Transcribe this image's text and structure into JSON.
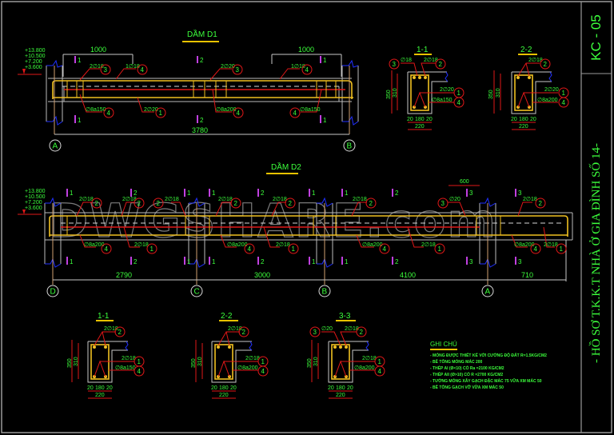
{
  "sheet": {
    "code": "KC - 05",
    "title": "- HỒ SƠ T.K.K.T NHÀ Ở GIA ĐÌNH SỐ 14-",
    "watermark": "DWGSHARE.com"
  },
  "beam_d1": {
    "title": "DẦM D1",
    "levels": [
      "+13.800",
      "+10.500",
      "+7.200",
      "+3.600"
    ],
    "dims": {
      "left_zone": "1000",
      "right_zone": "1000",
      "span": "3780"
    },
    "axes": [
      "A",
      "B"
    ],
    "section_marks": [
      "1",
      "2",
      "1"
    ],
    "labels": {
      "top_left": "2∅18",
      "top_left_no": "3",
      "top_left2": "1∅18",
      "top_left2_no": "4",
      "top_mid": "2∅20",
      "top_mid_no": "3",
      "top_right": "1∅18",
      "top_right_no": "4",
      "bot_left": "∅8a150",
      "bot_left_no": "4",
      "bot_mid": "2∅20",
      "bot_mid_no": "1",
      "bot_mid2": "∅8a200",
      "bot_mid2_no": "4",
      "bot_right": "∅8a150",
      "bot_right_no": "4"
    }
  },
  "d1_sections": [
    {
      "title": "1-1",
      "top": "2∅18",
      "top_no": "2",
      "extra": "∅18",
      "extra_no": "3",
      "bot": "2∅20",
      "bot_no": "1",
      "stir": "∅8a150",
      "stir_no": "4",
      "h": "350",
      "h_inner": "310",
      "cover": "20",
      "w_inner": "180",
      "w": "220"
    },
    {
      "title": "2-2",
      "top": "2∅18",
      "top_no": "2",
      "bot": "2∅20",
      "bot_no": "1",
      "stir": "∅8a200",
      "stir_no": "4",
      "h": "350",
      "h_inner": "310",
      "cover": "20",
      "w_inner": "180",
      "w": "220"
    }
  ],
  "beam_d2": {
    "title": "DẦM D2",
    "levels": [
      "+13.800",
      "+10.500",
      "+7.200",
      "+3.600"
    ],
    "dims": {
      "span1": "2790",
      "span2": "3000",
      "span3": "4100",
      "span4": "710",
      "extra": "600"
    },
    "axes": [
      "D",
      "C",
      "B",
      "A"
    ],
    "section_marks": [
      "1",
      "2",
      "1",
      "1",
      "2",
      "1",
      "1",
      "2",
      "3",
      "3"
    ],
    "top_labels": [
      "2∅18",
      "2∅18",
      "2∅18",
      "2∅18",
      "2∅18",
      "2∅18",
      "∅20",
      "2∅18"
    ],
    "top_nos": [
      "2",
      "2",
      "2",
      "2",
      "2",
      "2",
      "3",
      "2"
    ],
    "bot_labels": [
      "∅8a200",
      "2∅18",
      "∅8a200",
      "2∅18",
      "∅8a200",
      "2∅18",
      "∅8a200",
      "2∅18"
    ],
    "bot_nos": [
      "4",
      "1",
      "4",
      "1",
      "4",
      "1",
      "4",
      "1"
    ]
  },
  "d2_sections": [
    {
      "title": "1-1",
      "top": "2∅18",
      "top_no": "2",
      "bot": "2∅18",
      "bot_no": "1",
      "stir": "∅8a150",
      "stir_no": "4",
      "h": "350",
      "h_inner": "310",
      "cover": "20",
      "w_inner": "180",
      "w": "220"
    },
    {
      "title": "2-2",
      "top": "2∅18",
      "top_no": "2",
      "bot": "2∅18",
      "bot_no": "1",
      "stir": "∅8a200",
      "stir_no": "4",
      "h": "350",
      "h_inner": "310",
      "cover": "20",
      "w_inner": "180",
      "w": "220"
    },
    {
      "title": "3-3",
      "top": "2∅18",
      "top_no": "2",
      "extra": "∅20",
      "extra_no": "3",
      "bot": "2∅18",
      "bot_no": "1",
      "stir": "∅8a200",
      "stir_no": "4",
      "h": "350",
      "h_inner": "310",
      "cover": "20",
      "w_inner": "180",
      "w": "220"
    }
  ],
  "notes": {
    "heading": "GHI CHÚ",
    "items": [
      "- MÓNG ĐƯỢC THIẾT KẾ VỚI CƯỜNG ĐỘ ĐẤT R=1.5KG/CM2",
      "- BÊ TÔNG MÓNG MÁC 200",
      "- THÉP AI (Ø<10) CÓ Ra =2100 KG/CM2",
      "- THÉP AII (Ø>10) CÓ R =2700 KG/CM2",
      "- TƯỜNG MÓNG XÂY GẠCH ĐẶC MÁC 75 VỮA XM MÁC 50",
      "- BÊ TÔNG GẠCH VỠ VỮA XM MÁC 50"
    ]
  },
  "colors": {
    "text": "#3cff3c",
    "rebar": "#f0c020",
    "leader": "#e01818",
    "outline": "#c8c8c8",
    "section_mark": "#c040e0",
    "break": "#2030ff",
    "axis": "#d0a070"
  }
}
